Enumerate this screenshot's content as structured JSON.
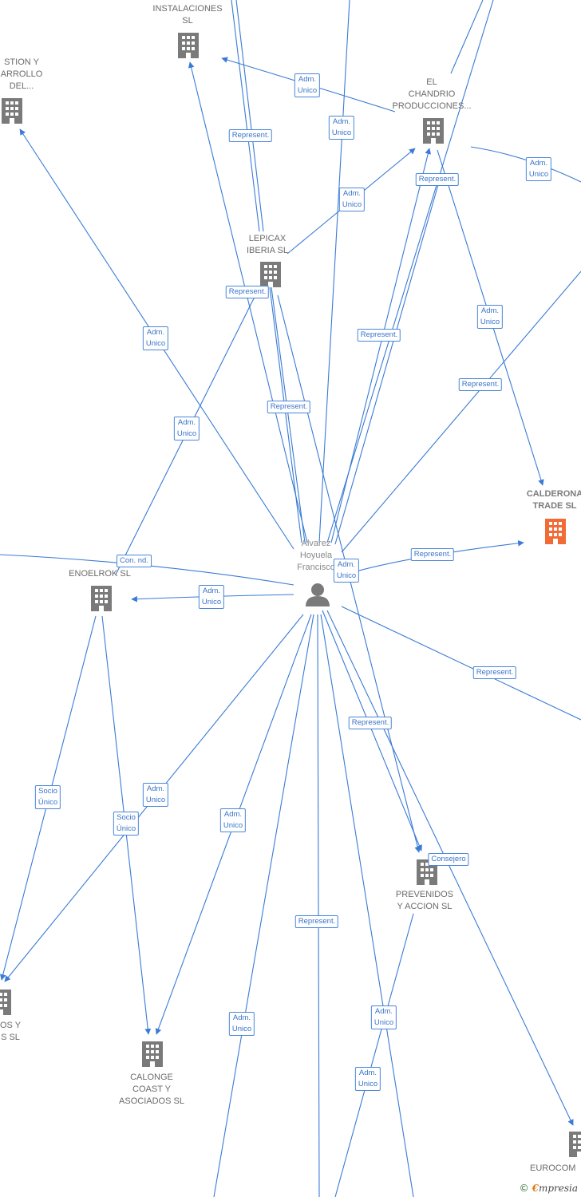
{
  "colors": {
    "edge": "#3a7bd5",
    "building": "#7a7a7a",
    "target_building": "#f26a35",
    "person": "#7a7a7a"
  },
  "nodes": {
    "instalaciones": {
      "label": "INSTALACIONES\nSL"
    },
    "gestion": {
      "label": "STION Y\nARROLLO\nDEL..."
    },
    "chandrio": {
      "label": "EL\nCHANDRIO\nPRODUCCIONES..."
    },
    "lepicax": {
      "label": "LEPICAX\nIBERIA SL"
    },
    "calderona": {
      "label": "CALDERONA\nTRADE SL"
    },
    "person": {
      "label": "Alvarez\nHoyuela\nFrancisco"
    },
    "enoelrok": {
      "label": "ENOELROK SL"
    },
    "prevenidos": {
      "label": "PREVENIDOS\nY ACCION SL"
    },
    "left_bottom": {
      "label": "OS Y\nS SL"
    },
    "calonge": {
      "label": "CALONGE\nCOAST Y\nASOCIADOS SL"
    },
    "eurocom": {
      "label": "EUROCOM"
    }
  },
  "edge_labels": [
    {
      "id": "e1",
      "text": "Adm.\nUnico"
    },
    {
      "id": "e2",
      "text": "Represent."
    },
    {
      "id": "e3",
      "text": "Adm.\nUnico"
    },
    {
      "id": "e4",
      "text": "Adm.\nUnico"
    },
    {
      "id": "e5",
      "text": "Represent."
    },
    {
      "id": "e6",
      "text": "Adm.\nUnico"
    },
    {
      "id": "e7",
      "text": "Represent."
    },
    {
      "id": "e8",
      "text": "Adm.\nUnico"
    },
    {
      "id": "e9",
      "text": "Represent."
    },
    {
      "id": "e10",
      "text": "Adm.\nUnico"
    },
    {
      "id": "e11",
      "text": "Represent."
    },
    {
      "id": "e12",
      "text": "Represent."
    },
    {
      "id": "e13",
      "text": "Adm.\nUnico"
    },
    {
      "id": "e14",
      "text": "Con. nd."
    },
    {
      "id": "e15",
      "text": "Adm.\nUnico"
    },
    {
      "id": "e16",
      "text": "Represent."
    },
    {
      "id": "e17",
      "text": "Adm.\nUnico"
    },
    {
      "id": "e18",
      "text": "Represent."
    },
    {
      "id": "e19",
      "text": "Represent."
    },
    {
      "id": "e20",
      "text": "Socio\nÚnico"
    },
    {
      "id": "e21",
      "text": "Adm.\nUnico"
    },
    {
      "id": "e22",
      "text": "Socio\nÚnico"
    },
    {
      "id": "e23",
      "text": "Adm.\nUnico"
    },
    {
      "id": "e24",
      "text": "Consejero"
    },
    {
      "id": "e25",
      "text": "Represent."
    },
    {
      "id": "e26",
      "text": "Adm.\nUnico"
    },
    {
      "id": "e27",
      "text": "Adm.\nUnico"
    },
    {
      "id": "e28",
      "text": "Adm.\nUnico"
    }
  ],
  "brand": {
    "copyright": "©",
    "e": "€",
    "name": "mpresia"
  }
}
